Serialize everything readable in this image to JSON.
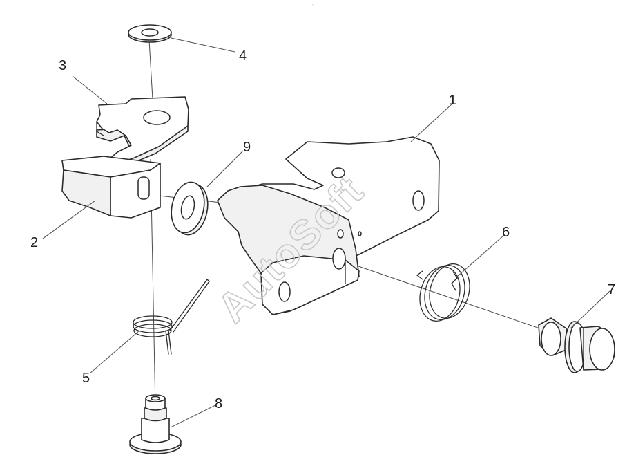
{
  "header": {
    "tiny_text": "°° —"
  },
  "watermark": {
    "text": "AutoSoft"
  },
  "callouts": [
    {
      "number": "1",
      "part": "bracket"
    },
    {
      "number": "2",
      "part": "latch-block"
    },
    {
      "number": "3",
      "part": "latch-plate"
    },
    {
      "number": "4",
      "part": "washer-top"
    },
    {
      "number": "5",
      "part": "torsion-spring-small"
    },
    {
      "number": "6",
      "part": "coil-spring"
    },
    {
      "number": "7",
      "part": "bolt"
    },
    {
      "number": "8",
      "part": "bushing"
    },
    {
      "number": "9",
      "part": "washer-side"
    }
  ],
  "colors": {
    "line": "#2a2a2a",
    "watermark": "#c8c8c8",
    "background": "#ffffff"
  }
}
